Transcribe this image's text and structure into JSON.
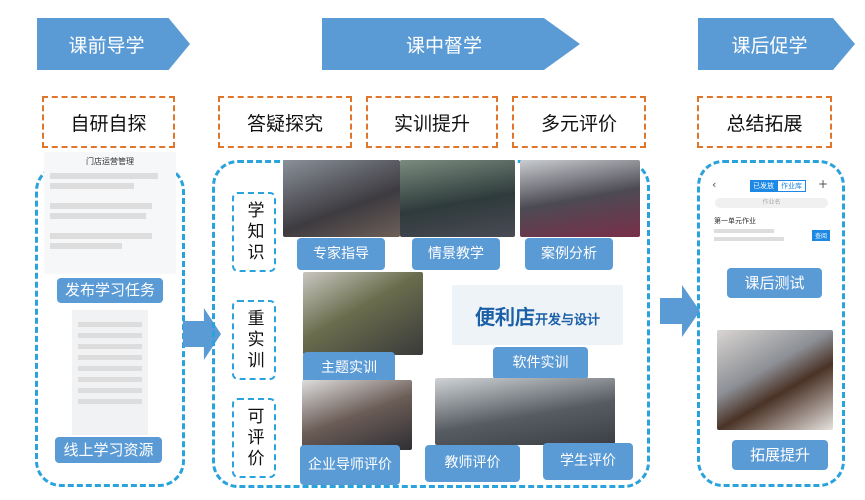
{
  "stages": [
    "课前导学",
    "课中督学",
    "课后促学"
  ],
  "phases": [
    "自研自探",
    "答疑探究",
    "实训提升",
    "多元评价",
    "总结拓展"
  ],
  "pre": {
    "screen1_title": "门店运营管理",
    "task_label": "发布学习任务",
    "resource_label": "线上学习资源"
  },
  "mid": {
    "rows": [
      "学知识",
      "重实训",
      "可评价"
    ],
    "labels": [
      "专家指导",
      "情景教学",
      "案例分析",
      "主题实训",
      "软件实训",
      "企业导师评价",
      "教师评价",
      "学生评价"
    ],
    "software_banner": {
      "title": "便利店",
      "subtitle": "开发与设计"
    }
  },
  "post": {
    "tabs": [
      "已发放",
      "作业库"
    ],
    "search": "作业名",
    "assignment": "第一单元作业",
    "view_btn": "查阅",
    "test_label": "课后测试",
    "extend_label": "拓展提升"
  },
  "colors": {
    "banner": "#5b9bd5",
    "orange": "#e0762b",
    "dash": "#2aa3dc"
  }
}
